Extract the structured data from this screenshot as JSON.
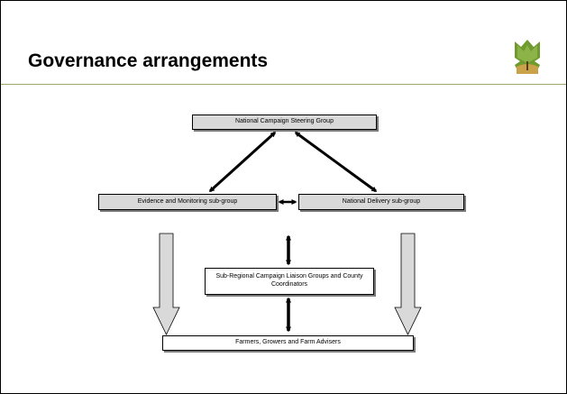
{
  "slide": {
    "title": "Governance arrangements",
    "logo_icon": "tree-leaf-logo-icon"
  },
  "diagram": {
    "nodes": {
      "steering": "National Campaign Steering Group",
      "evidence": "Evidence and Monitoring sub-group",
      "delivery": "National Delivery sub-group",
      "subregional": "Sub-Regional Campaign Liaison Groups and County Coordinators",
      "farmers": "Farmers, Growers and Farm Advisers"
    }
  },
  "colors": {
    "rule": "#9aa86a",
    "box_fill": "#d9d9d9",
    "arrow_fill": "#d9d9d9",
    "logo_green": "#6f9a2e"
  }
}
